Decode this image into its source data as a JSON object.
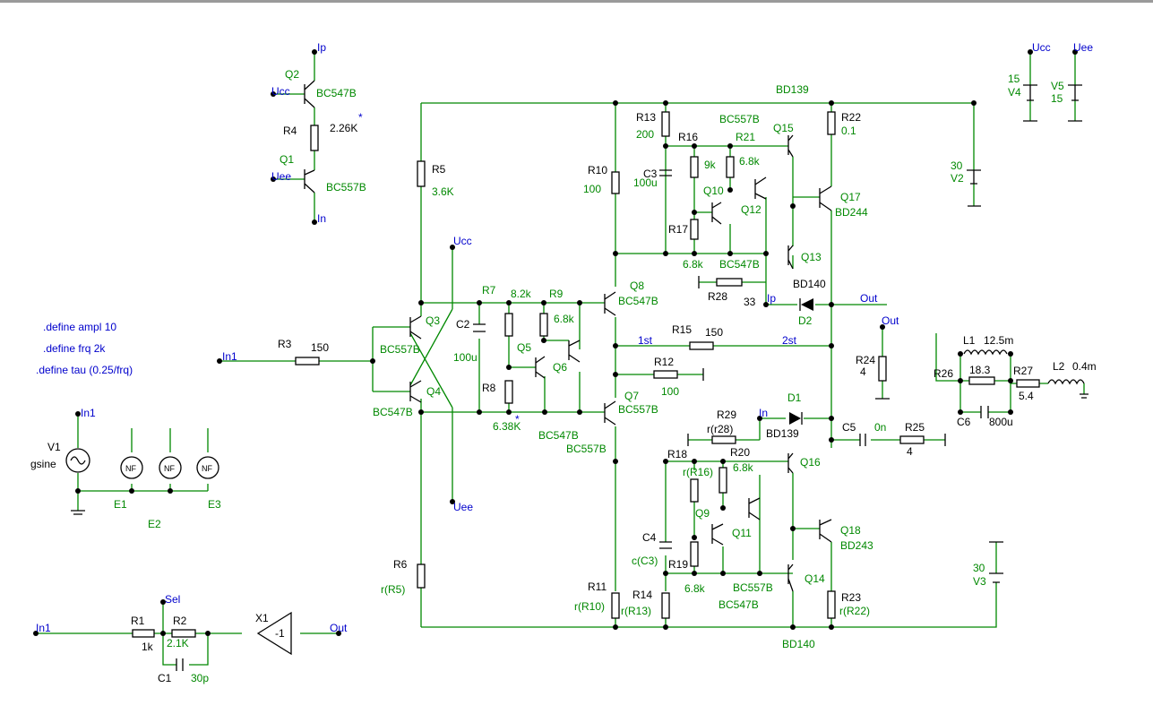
{
  "colors": {
    "wire": "#008800",
    "component": "#000000",
    "net_label": "#0000cc",
    "directive": "#0000cc"
  },
  "directives": [
    ".define ampl 10",
    ".define frq 2k",
    ".define tau (0.25/frq)"
  ],
  "nets": {
    "ip_top": "Ip",
    "ucc_q2": "Ucc",
    "uee_q1": "Uee",
    "in_q1": "In",
    "in1_r3": "In1",
    "ucc_mid": "Ucc",
    "uee_mid": "Uee",
    "ucc_v4": "Ucc",
    "uee_v5": "Uee",
    "ip_d2": "Ip",
    "out_d2": "Out",
    "first": "1st",
    "second": "2st",
    "in_d1": "In",
    "out_r24": "Out",
    "in1_v1": "In1",
    "in1_r1": "In1",
    "sel": "Sel",
    "out_x1": "Out"
  },
  "parts": {
    "Q2": {
      "ref": "Q2",
      "val": "BC547B"
    },
    "R4": {
      "ref": "R4",
      "val": "2.26K",
      "mark": "*"
    },
    "Q1": {
      "ref": "Q1",
      "val": "BC557B"
    },
    "R5": {
      "ref": "R5",
      "val": "3.6K"
    },
    "R6": {
      "ref": "R6",
      "val": "r(R5)"
    },
    "R3": {
      "ref": "R3",
      "val": "150"
    },
    "Q3": {
      "ref": "Q3",
      "val": "BC557B"
    },
    "Q4": {
      "ref": "Q4",
      "val": "BC547B"
    },
    "R7": {
      "ref": "R7",
      "val": "8.2k"
    },
    "C2": {
      "ref": "C2",
      "val": "100u"
    },
    "R8": {
      "ref": "R8",
      "val": "6.38K",
      "mark": "*"
    },
    "R9": {
      "ref": "R9",
      "val": "6.8k"
    },
    "Q5": {
      "ref": "Q5"
    },
    "Q6": {
      "ref": "Q6",
      "val": "BC547B"
    },
    "Q8": {
      "ref": "Q8",
      "val": "BC547B"
    },
    "Q7": {
      "ref": "Q7",
      "val": "BC557B",
      "val2": "BC557B"
    },
    "R10": {
      "ref": "R10",
      "val": "100"
    },
    "R11": {
      "ref": "R11",
      "val": "r(R10)"
    },
    "R13": {
      "ref": "R13",
      "val": "200"
    },
    "C3": {
      "ref": "C3",
      "val": "100u"
    },
    "R16": {
      "ref": "R16",
      "val": "9k"
    },
    "R21": {
      "ref": "R21",
      "val": "6.8k"
    },
    "Q10": {
      "ref": "Q10"
    },
    "Q12": {
      "ref": "Q12"
    },
    "R17": {
      "ref": "R17",
      "val": "6.8k"
    },
    "BC547B_a": {
      "val": "BC547B"
    },
    "BC557B_a": {
      "val": "BC557B"
    },
    "R28": {
      "ref": "R28",
      "val": "33"
    },
    "R15": {
      "ref": "R15",
      "val": "150"
    },
    "R12": {
      "ref": "R12",
      "val": "100"
    },
    "Q15": {
      "ref": "Q15",
      "val": "BD139"
    },
    "Q17": {
      "ref": "Q17",
      "val": "BD244"
    },
    "Q13": {
      "ref": "Q13",
      "val": "BD140"
    },
    "R22": {
      "ref": "R22",
      "val": "0.1"
    },
    "D2": {
      "ref": "D2"
    },
    "D1": {
      "ref": "D1",
      "val": "BD139"
    },
    "R29": {
      "ref": "R29",
      "val": "r(r28)"
    },
    "R18": {
      "ref": "R18",
      "val": "r(R16)"
    },
    "R20": {
      "ref": "R20",
      "val": "6.8k"
    },
    "Q9": {
      "ref": "Q9"
    },
    "Q11": {
      "ref": "Q11"
    },
    "C4": {
      "ref": "C4",
      "val": "c(C3)"
    },
    "R19": {
      "ref": "R19",
      "val": "6.8k"
    },
    "R14": {
      "ref": "R14",
      "val": "r(R13)"
    },
    "BC557B_b": {
      "val": "BC557B"
    },
    "BC547B_b": {
      "val": "BC547B"
    },
    "Q16": {
      "ref": "Q16"
    },
    "Q18": {
      "ref": "Q18",
      "val": "BD243"
    },
    "Q14": {
      "ref": "Q14",
      "val": "BD140"
    },
    "R23": {
      "ref": "R23",
      "val": "r(R22)"
    },
    "C5": {
      "ref": "C5",
      "val": "0n"
    },
    "R25": {
      "ref": "R25",
      "val": "4"
    },
    "R24": {
      "ref": "R24",
      "val": "4"
    },
    "V2": {
      "ref": "V2",
      "val": "30"
    },
    "V3": {
      "ref": "V3",
      "val": "30"
    },
    "V4": {
      "ref": "V4",
      "val": "15"
    },
    "V5": {
      "ref": "V5",
      "val": "15"
    },
    "L1": {
      "ref": "L1",
      "val": "12.5m"
    },
    "R26": {
      "ref": "R26",
      "val": "18.3"
    },
    "R27": {
      "ref": "R27",
      "val": "5.4"
    },
    "L2": {
      "ref": "L2",
      "val": "0.4m"
    },
    "C6": {
      "ref": "C6",
      "val": "800u"
    },
    "V1": {
      "ref": "V1",
      "val": "gsine"
    },
    "E1": {
      "ref": "E1"
    },
    "E2": {
      "ref": "E2"
    },
    "E3": {
      "ref": "E3"
    },
    "NF": {
      "val": "NF"
    },
    "R1": {
      "ref": "R1",
      "val": "1k"
    },
    "R2": {
      "ref": "R2",
      "val": "2.1K"
    },
    "C1": {
      "ref": "C1",
      "val": "30p"
    },
    "X1": {
      "ref": "X1",
      "val": "-1"
    }
  }
}
